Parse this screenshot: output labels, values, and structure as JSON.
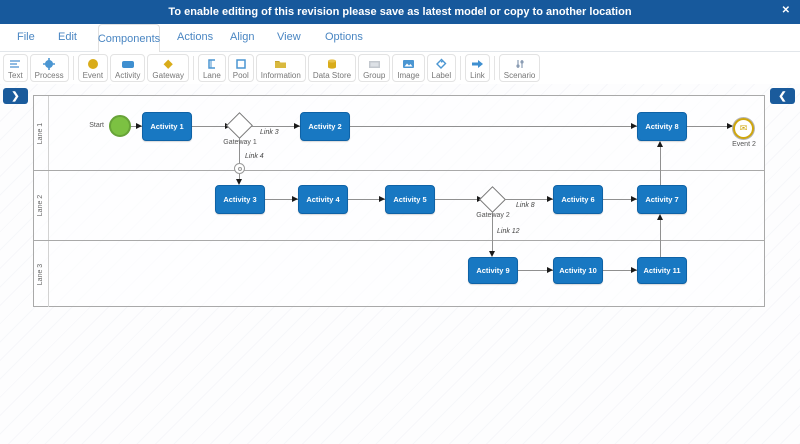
{
  "banner": {
    "text": "To enable editing of this revision please save as latest model or copy to another location",
    "close_icon": "✕"
  },
  "menu": {
    "items": [
      "File",
      "Edit",
      "Components",
      "Actions",
      "Align",
      "View",
      "Options"
    ],
    "active_item": "Components"
  },
  "toolbar": {
    "buttons": [
      {
        "label": "Text",
        "icon": "text-icon"
      },
      {
        "label": "Process",
        "icon": "process-icon"
      },
      {
        "label": "Event",
        "icon": "event-icon"
      },
      {
        "label": "Activity",
        "icon": "activity-icon"
      },
      {
        "label": "Gateway",
        "icon": "gateway-icon"
      },
      {
        "label": "Lane",
        "icon": "lane-icon"
      },
      {
        "label": "Pool",
        "icon": "pool-icon"
      },
      {
        "label": "Information",
        "icon": "information-icon"
      },
      {
        "label": "Data Store",
        "icon": "data-store-icon"
      },
      {
        "label": "Group",
        "icon": "group-icon"
      },
      {
        "label": "Image",
        "icon": "image-icon"
      },
      {
        "label": "Label",
        "icon": "label-icon"
      },
      {
        "label": "Link",
        "icon": "link-icon"
      },
      {
        "label": "Scenario",
        "icon": "scenario-icon"
      }
    ]
  },
  "canvas": {
    "nav": {
      "left": "❯",
      "right": "❮"
    },
    "lanes": [
      "Lane 1",
      "Lane 2",
      "Lane 3"
    ],
    "nodes": {
      "start": "Start",
      "event2": "Event 2",
      "gateway1": "Gateway 1",
      "gateway2": "Gateway 2",
      "activities": [
        "Activity 1",
        "Activity 2",
        "Activity 3",
        "Activity 4",
        "Activity 5",
        "Activity 6",
        "Activity 7",
        "Activity 8",
        "Activity 9",
        "Activity 10",
        "Activity 11"
      ]
    },
    "links": {
      "link3": "Link 3",
      "link4": "Link 4",
      "link8": "Link 8",
      "link12": "Link 12"
    }
  },
  "colors": {
    "banner_bg": "#17599c",
    "menu_text": "#4a86c2",
    "activity_fill": "#1878c2",
    "gateway_yellow": "#d9ac1a",
    "start_green": "#7cc142",
    "event_gold": "#cfa60d",
    "connector_line": "#909090"
  }
}
